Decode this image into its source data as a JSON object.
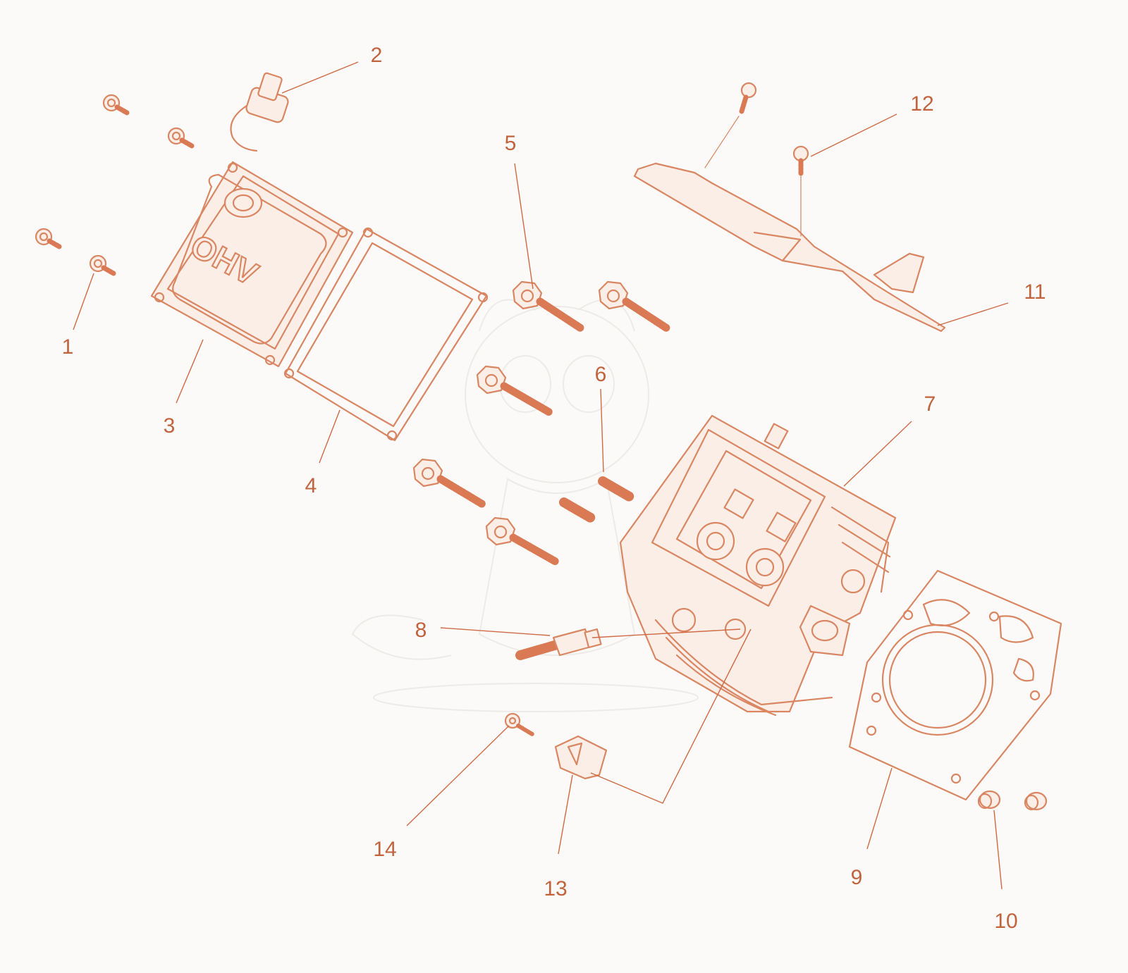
{
  "diagram": {
    "callouts": [
      "1",
      "2",
      "3",
      "4",
      "5",
      "6",
      "7",
      "8",
      "9",
      "10",
      "11",
      "12",
      "13",
      "14"
    ],
    "cover_marking": "OHV",
    "colors": {
      "line": "#d98663",
      "label": "#c1633d",
      "background": "#fbfaf8",
      "watermark": "#ecebe8"
    }
  }
}
